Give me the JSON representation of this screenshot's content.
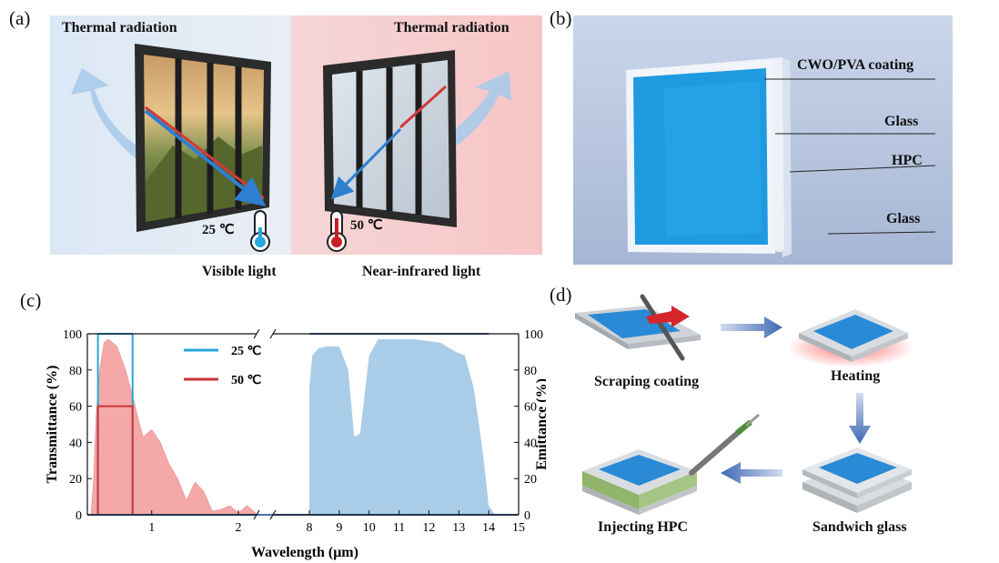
{
  "panels": {
    "a": {
      "label": "(a)",
      "left_title": "Thermal radiation",
      "right_title": "Thermal radiation",
      "temp_cold": "25 ℃",
      "temp_hot": "50 ℃",
      "legend": [
        {
          "label": "Visible light",
          "color": "#2f9fd8"
        },
        {
          "label": "Near-infrared light",
          "color": "#d7262b"
        }
      ]
    },
    "b": {
      "label": "(b)",
      "layers": [
        "CWO/PVA coating",
        "Glass",
        "HPC",
        "Glass"
      ]
    },
    "c": {
      "label": "(c)"
    },
    "d": {
      "label": "(d)",
      "steps": [
        "Scraping coating",
        "Heating",
        "Sandwich glass",
        "Injecting HPC"
      ]
    }
  },
  "colors": {
    "visible": "#2f9fd8",
    "nir": "#d7262b",
    "transmit_fill": "#f4a9a8",
    "emit_fill": "#a9cde8",
    "glass_blue": "#1f9ae0",
    "arrow_blue": "#4a78b8"
  },
  "chart_data": {
    "type": "area",
    "xlabel": "Wavelength (μm)",
    "ylabel_left": "Transmittance (%)",
    "ylabel_right": "Emittance (%)",
    "ylim": [
      0,
      100
    ],
    "yticks": [
      0,
      20,
      40,
      60,
      80,
      100
    ],
    "xticks_left": [
      "1",
      "2"
    ],
    "xticks_right": [
      "8",
      "9",
      "10",
      "11",
      "12",
      "13",
      "14",
      "15"
    ],
    "axis_break": true,
    "legend": [
      {
        "label": "25 ℃",
        "color": "#2aa7d9"
      },
      {
        "label": "50 ℃",
        "color": "#c9363a"
      }
    ],
    "series": [
      {
        "name": "transmittance",
        "x": [
          0.3,
          0.33,
          0.36,
          0.4,
          0.45,
          0.5,
          0.6,
          0.7,
          0.8,
          0.85,
          0.9,
          1.0,
          1.1,
          1.2,
          1.3,
          1.4,
          1.5,
          1.6,
          1.7,
          1.8,
          1.9,
          2.0,
          2.1,
          2.2
        ],
        "y": [
          0,
          20,
          55,
          80,
          95,
          97,
          93,
          80,
          62,
          52,
          43,
          47,
          40,
          28,
          20,
          8,
          18,
          13,
          2,
          3,
          5,
          1,
          5,
          1
        ]
      },
      {
        "name": "emittance",
        "x": [
          8.0,
          8.1,
          8.3,
          8.6,
          9.0,
          9.3,
          9.5,
          9.7,
          10.0,
          10.3,
          10.6,
          11.0,
          11.5,
          12.0,
          12.4,
          12.7,
          12.9,
          13.2,
          13.5,
          13.8,
          14.0,
          14.2
        ],
        "y": [
          70,
          88,
          92,
          93,
          93,
          80,
          43,
          45,
          88,
          97,
          97,
          97,
          97,
          96,
          95,
          92,
          90,
          88,
          70,
          35,
          5,
          0
        ]
      },
      {
        "name": "25 ℃",
        "x": [
          0.38,
          0.38,
          0.78,
          0.78
        ],
        "y": [
          0,
          100,
          100,
          0
        ]
      },
      {
        "name": "50 ℃",
        "x": [
          0.38,
          0.38,
          0.78,
          0.78
        ],
        "y": [
          0,
          60,
          60,
          0
        ]
      },
      {
        "name": "emittance-reference",
        "x": [
          8.0,
          14.0
        ],
        "y": [
          100,
          100
        ]
      }
    ]
  }
}
